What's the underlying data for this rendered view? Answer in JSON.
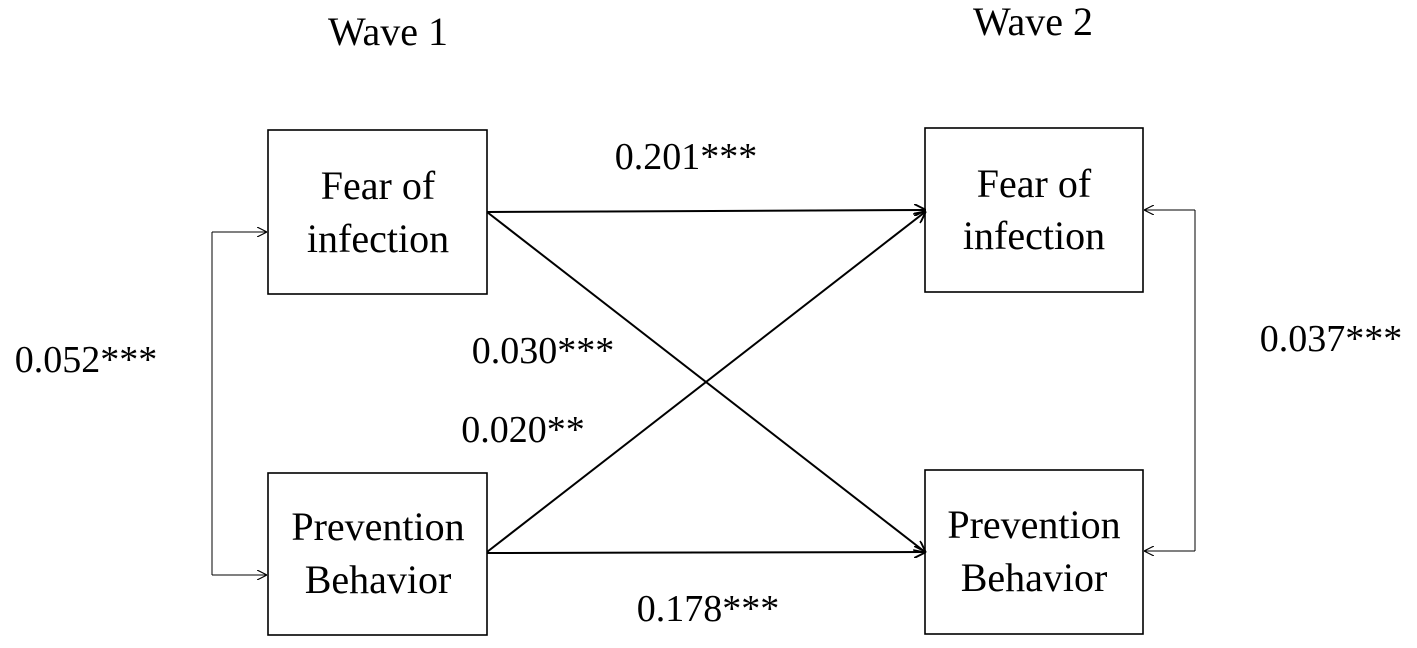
{
  "waves": {
    "left": "Wave 1",
    "right": "Wave 2"
  },
  "nodes": {
    "w1_fear": {
      "line1": "Fear of",
      "line2": "infection"
    },
    "w1_prev": {
      "line1": "Prevention",
      "line2": "Behavior"
    },
    "w2_fear": {
      "line1": "Fear of",
      "line2": "infection"
    },
    "w2_prev": {
      "line1": "Prevention",
      "line2": "Behavior"
    }
  },
  "paths": {
    "fear_to_fear": "0.201***",
    "fear_to_prev": "0.030***",
    "prev_to_fear": "0.020**",
    "prev_to_prev": "0.178***",
    "w1_covariance": "0.052***",
    "w2_covariance": "0.037***"
  },
  "colors": {
    "stroke": "#000000",
    "background": "#ffffff"
  }
}
